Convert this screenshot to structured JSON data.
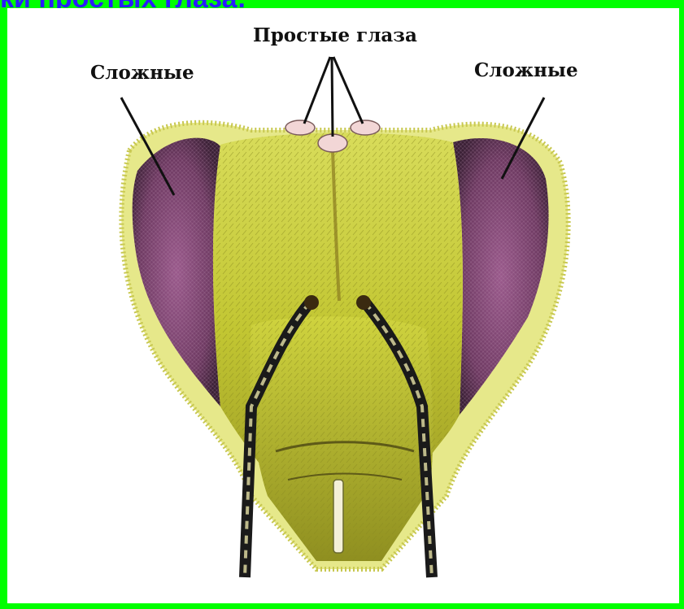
{
  "header": {
    "title_fragment": "ки простых глаза:"
  },
  "diagram": {
    "labels": {
      "simple_eyes": "Простые глаза",
      "compound_left": "Сложные",
      "compound_right": "Сложные"
    },
    "colors": {
      "frame": "#00ff00",
      "title": "#2a1bff",
      "face": "#c9cc3a",
      "compound_eye": "#8a4a7a",
      "ocellus": "#f2d6d6"
    }
  }
}
